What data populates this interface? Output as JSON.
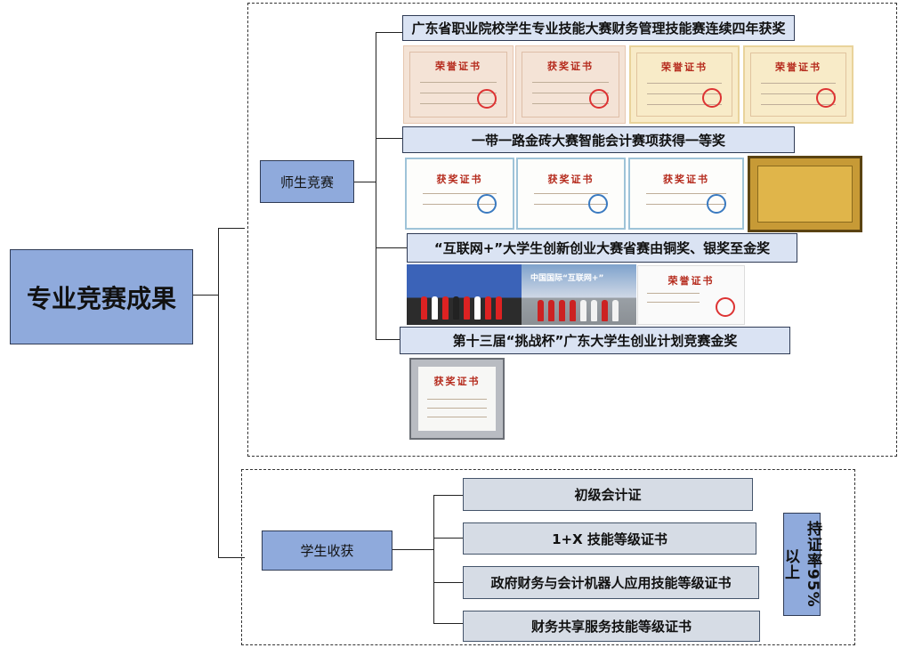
{
  "root": {
    "label": "专业竞赛成果"
  },
  "competition": {
    "label": "师生竞赛",
    "items": [
      {
        "label": "广东省职业院校学生专业技能大赛财务管理技能赛连续四年获奖"
      },
      {
        "label": "一带一路金砖大赛智能会计赛项获得一等奖"
      },
      {
        "label": "“互联网+”大学生创新创业大赛省赛由铜奖、银奖至金奖"
      },
      {
        "label": "第十三届“挑战杯”广东大学生创业计划竞赛金奖"
      }
    ],
    "cert_titles": {
      "honor": "荣誉证书",
      "award": "获奖证书",
      "banner": "中国国际“互联网+”"
    }
  },
  "gains": {
    "label": "学生收获",
    "items": [
      {
        "label": "初级会计证"
      },
      {
        "label": "1+X 技能等级证书"
      },
      {
        "label": "政府财务与会计机器人应用技能等级证书"
      },
      {
        "label": "财务共享服务技能等级证书"
      }
    ],
    "badge": "持证率95%以上"
  }
}
